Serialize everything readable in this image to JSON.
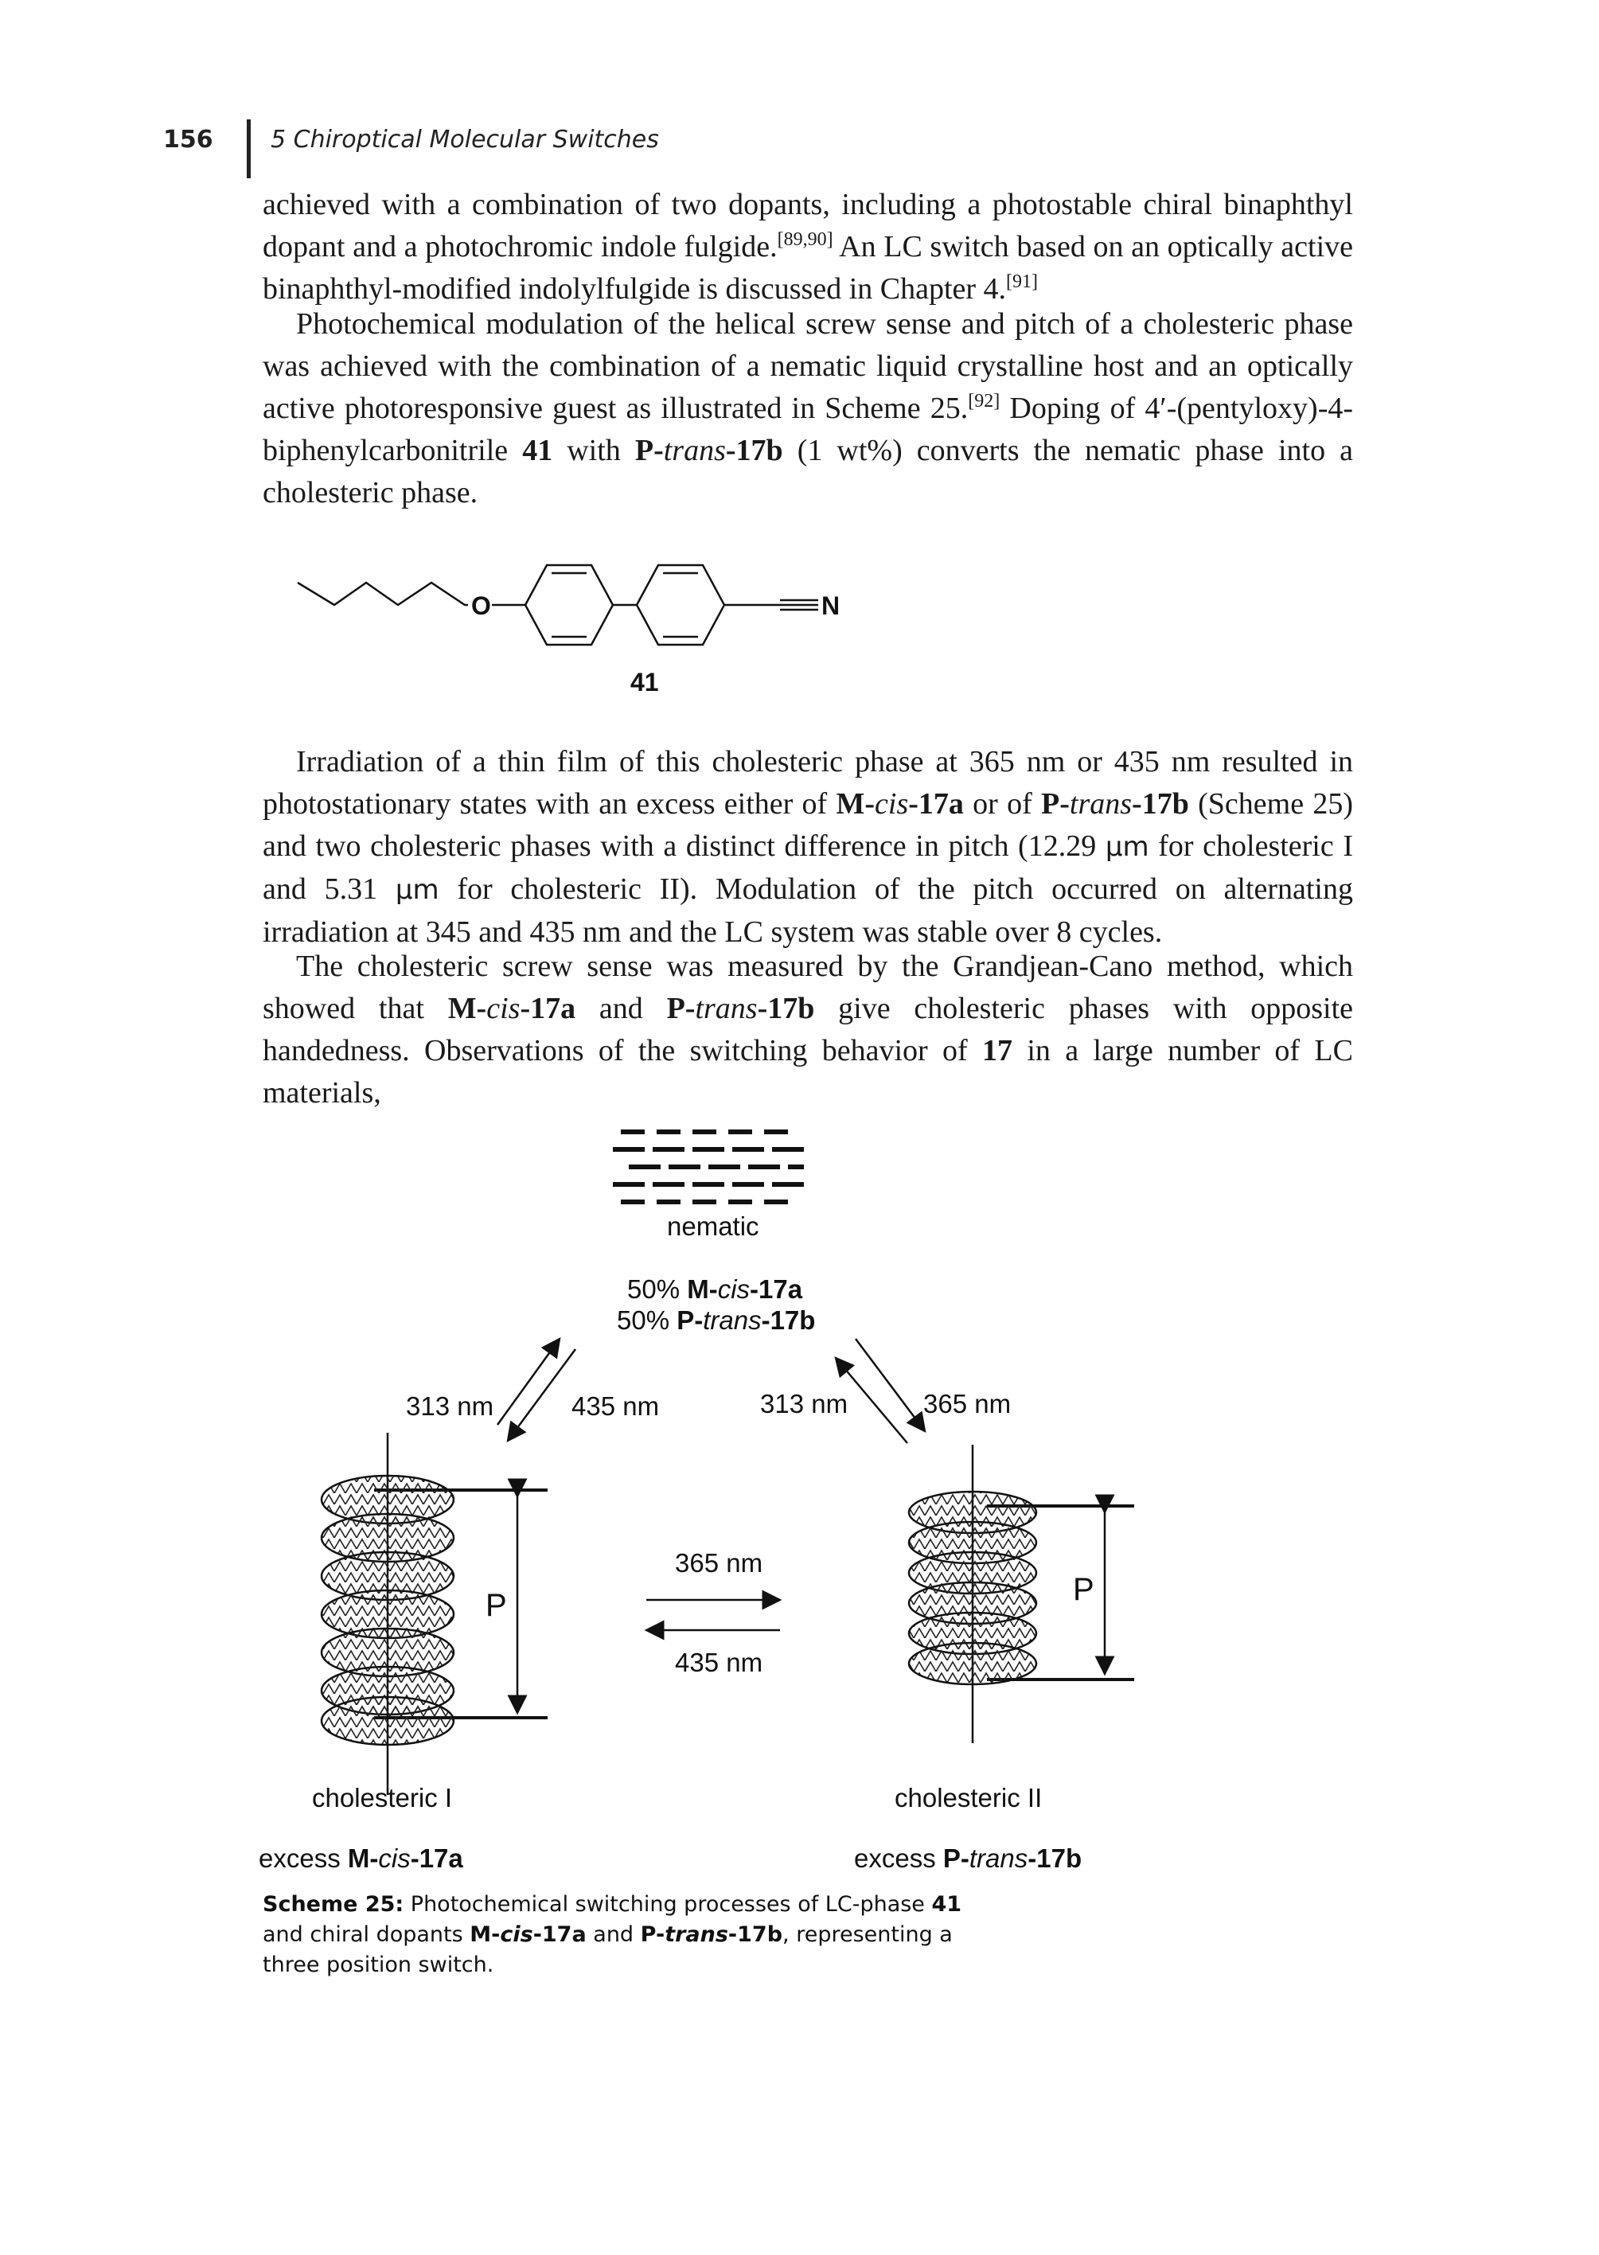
{
  "header": {
    "page_number": "156",
    "running_title": "5 Chiroptical Molecular Switches"
  },
  "para1": {
    "t1": "achieved with a combination of two dopants, including a photostable chiral binaphthyl dopant and a photochromic indole fulgide.",
    "ref1": "[89,90]",
    "t2": " An LC switch based on an optically active binaphthyl-modified indolylfulgide is discussed in Chapter 4.",
    "ref2": "[91]"
  },
  "para2": {
    "t1": "Photochemical modulation of the helical screw sense and pitch of a cholesteric phase was achieved with the combination of a nematic liquid crystalline host and an optically active photoresponsive guest as illustrated in Scheme 25.",
    "ref1": "[92]",
    "t2": " Doping of 4′-(pentyloxy)-4-biphenylcarbonitrile ",
    "c41": "41",
    "t3": " with ",
    "p": "P-",
    "trans": "trans",
    "c17b": "-17b",
    "t4": " (1 wt%) converts the nematic phase into a cholesteric phase."
  },
  "structure41": {
    "o_label": "O",
    "n_label": "N",
    "compound_label": "41"
  },
  "para3": {
    "t1": "Irradiation of a thin film of this cholesteric phase at 365 nm or 435 nm resulted in photostationary states with an excess either of ",
    "m": "M-",
    "cis": "cis",
    "c17a": "-17a",
    "t2": " or of ",
    "p": "P-",
    "trans": "trans",
    "c17b": "-17b",
    "t3": " (Scheme 25) and two cholesteric phases with a distinct difference in pitch (12.29 ",
    "um1": "μm",
    "t4": " for cholesteric I and 5.31 ",
    "um2": "μm",
    "t5": " for cholesteric II). Modulation of the pitch occurred on alternating irradiation at 345 and 435 nm and the LC system was stable over 8 cycles."
  },
  "para4": {
    "t1": "The cholesteric screw sense was measured by the Grandjean-Cano method, which showed that ",
    "m": "M-",
    "cis": "cis",
    "c17a": "-17a",
    "t2": " and ",
    "p": "P-",
    "trans": "trans",
    "c17b": "-17b",
    "t3": " give cholesteric phases with opposite handedness. Observations of the switching behavior of ",
    "c17": "17",
    "t4": " in a large number of LC materials,"
  },
  "scheme": {
    "nematic_label": "nematic",
    "mix_line1": {
      "pct": "50% ",
      "m": "M-",
      "cis": "cis",
      "c": "-17a"
    },
    "mix_line2": {
      "pct": "50% ",
      "p": "P-",
      "trans": "trans",
      "c": "-17b"
    },
    "wl_313_left": "313 nm",
    "wl_435_left": "435 nm",
    "wl_313_right": "313 nm",
    "wl_365_right": "365 nm",
    "wl_365_center": "365 nm",
    "wl_435_center": "435 nm",
    "pitch_left": "P",
    "pitch_right": "P",
    "chol1_label": "cholesteric I",
    "chol2_label": "cholesteric II",
    "excess_left": {
      "pre": "excess ",
      "m": "M-",
      "cis": "cis",
      "c": "-17a"
    },
    "excess_right": {
      "pre": "excess ",
      "p": "P-",
      "trans": "trans",
      "c": "-17b"
    }
  },
  "caption": {
    "label": "Scheme 25:",
    "t1": "  Photochemical switching processes of LC-phase ",
    "c41": "41",
    "t2": " and chiral dopants ",
    "m": "M-",
    "cis": "cis",
    "c17a": "-17a",
    "t3": " and ",
    "p": "P-",
    "trans": "trans",
    "c17b": "-17b",
    "t4": ", representing a three position switch."
  }
}
